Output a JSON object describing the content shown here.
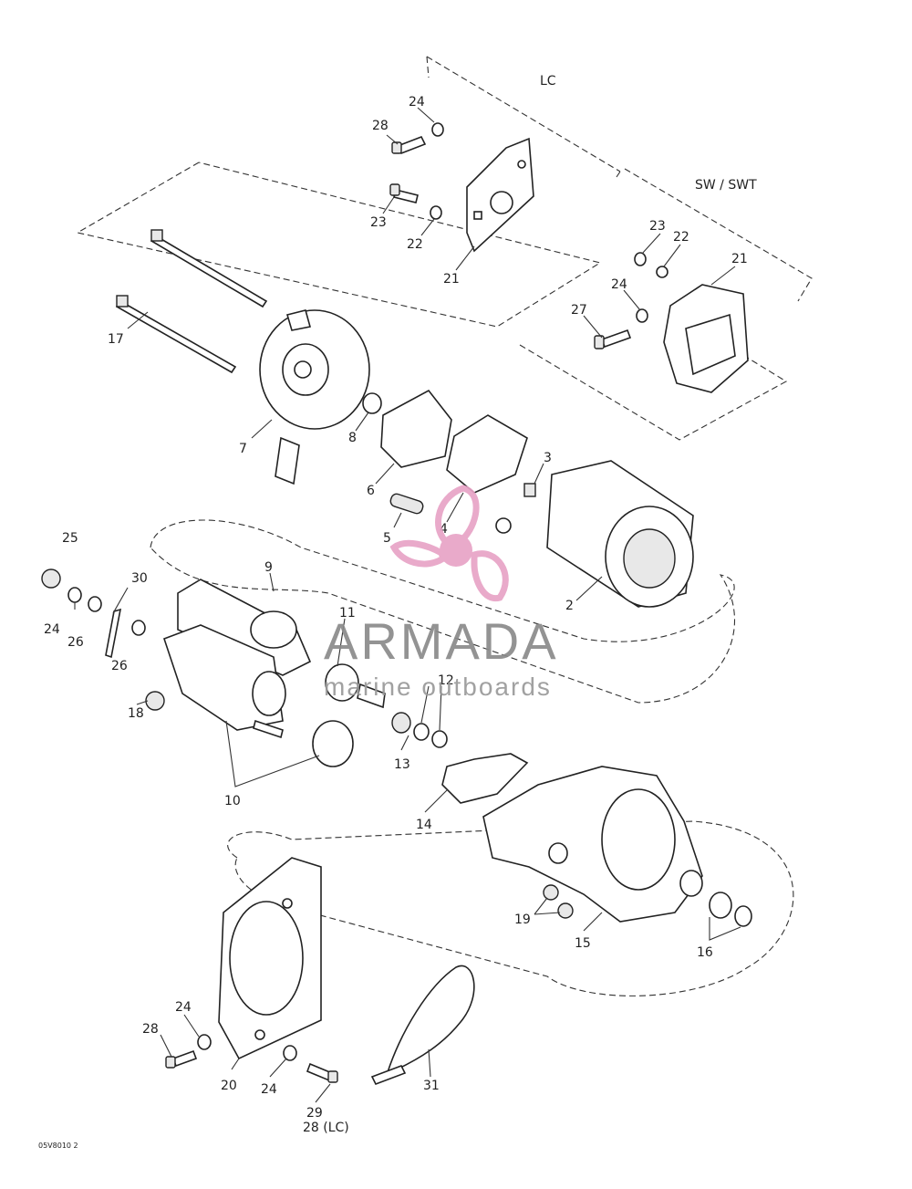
{
  "diagram": {
    "group_labels": {
      "lc": "LC",
      "sw_swt": "SW / SWT"
    },
    "callouts": [
      {
        "id": "c1",
        "text": "24"
      },
      {
        "id": "c2",
        "text": "28"
      },
      {
        "id": "c3",
        "text": "23"
      },
      {
        "id": "c4",
        "text": "22"
      },
      {
        "id": "c5",
        "text": "21"
      },
      {
        "id": "c6",
        "text": "23"
      },
      {
        "id": "c7",
        "text": "22"
      },
      {
        "id": "c8",
        "text": "21"
      },
      {
        "id": "c9",
        "text": "24"
      },
      {
        "id": "c10",
        "text": "27"
      },
      {
        "id": "c11",
        "text": "17"
      },
      {
        "id": "c12",
        "text": "7"
      },
      {
        "id": "c13",
        "text": "8"
      },
      {
        "id": "c14",
        "text": "6"
      },
      {
        "id": "c15",
        "text": "3"
      },
      {
        "id": "c16",
        "text": "5"
      },
      {
        "id": "c17",
        "text": "4"
      },
      {
        "id": "c18",
        "text": "2"
      },
      {
        "id": "c19",
        "text": "25"
      },
      {
        "id": "c20",
        "text": "9"
      },
      {
        "id": "c21",
        "text": "30"
      },
      {
        "id": "c22",
        "text": "24"
      },
      {
        "id": "c23",
        "text": "26"
      },
      {
        "id": "c24",
        "text": "26"
      },
      {
        "id": "c25",
        "text": "11"
      },
      {
        "id": "c26",
        "text": "12"
      },
      {
        "id": "c27",
        "text": "18"
      },
      {
        "id": "c28",
        "text": "13"
      },
      {
        "id": "c29",
        "text": "10"
      },
      {
        "id": "c30",
        "text": "14"
      },
      {
        "id": "c31",
        "text": "19"
      },
      {
        "id": "c32",
        "text": "15"
      },
      {
        "id": "c33",
        "text": "16"
      },
      {
        "id": "c34",
        "text": "24"
      },
      {
        "id": "c35",
        "text": "28"
      },
      {
        "id": "c36",
        "text": "20"
      },
      {
        "id": "c37",
        "text": "24"
      },
      {
        "id": "c38",
        "text": "31"
      },
      {
        "id": "c39",
        "text": "29"
      },
      {
        "id": "c40",
        "text": "28 (LC)"
      }
    ],
    "figure_code": "05V8010 2"
  },
  "watermark": {
    "brand": "ARMADA",
    "tagline": "marine outboards",
    "colors": {
      "pink": "#e8a3c6",
      "gray": "#8a8a8a"
    }
  }
}
